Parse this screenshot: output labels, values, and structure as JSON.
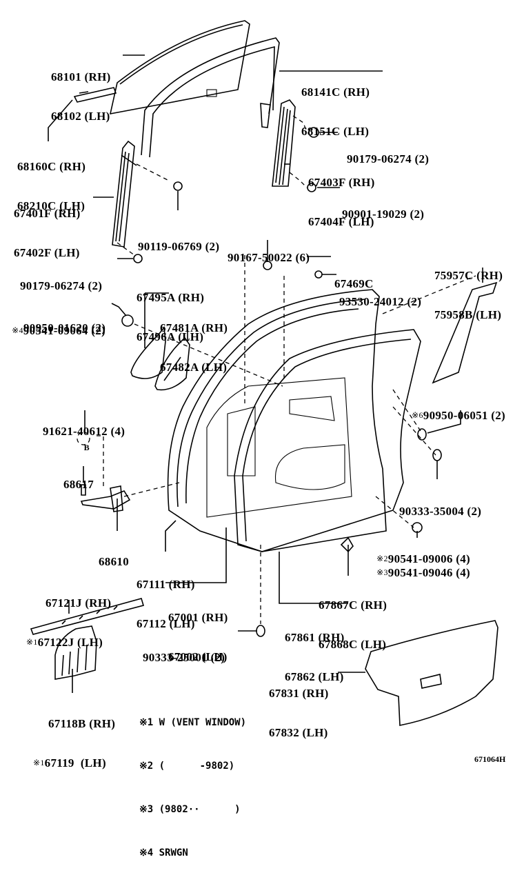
{
  "diagram": {
    "title_code": "671064H",
    "parts": [
      {
        "id": "window-glass",
        "lines": [
          "68101 (RH)",
          "68102 (LH)"
        ]
      },
      {
        "id": "run-channel",
        "lines": [
          "68141C (RH)",
          "68151C (LH)"
        ]
      },
      {
        "id": "glass-channel",
        "lines": [
          "68160C (RH)",
          "68210C (LH)"
        ]
      },
      {
        "id": "bolt-regulator-upper",
        "lines": [
          "90179-06274 (2)"
        ]
      },
      {
        "id": "window-regulator",
        "lines": [
          "67403F (RH)",
          "67404F (LH)"
        ]
      },
      {
        "id": "bolt-regulator-lower",
        "lines": [
          "90901-19029 (2)"
        ]
      },
      {
        "id": "rear-run-channel",
        "lines": [
          "67401F (RH)",
          "67402F (LH)"
        ]
      },
      {
        "id": "bolt-run-channel",
        "lines": [
          "90119-06769 (2)"
        ]
      },
      {
        "id": "screw-panel",
        "lines": [
          "90167-50022 (6)"
        ]
      },
      {
        "id": "bolt-channel-lower",
        "lines": [
          "90179-06274 (2)"
        ]
      },
      {
        "id": "bracket-67495",
        "lines": [
          "67495A (RH)",
          "67496A (LH)"
        ]
      },
      {
        "id": "bracket-67469",
        "lines": [
          "67469C"
        ]
      },
      {
        "id": "screw-93530",
        "lines": [
          "93530-24012 (2)"
        ]
      },
      {
        "id": "garnish-pillar",
        "lines": [
          "75957C (RH)",
          "75958B (LH)"
        ]
      },
      {
        "id": "clip-90950-01620",
        "lines": [
          "90950-01620 (2)"
        ]
      },
      {
        "id": "clip-90541-09064",
        "mark": "※4",
        "lines": [
          "90541-09064 (2)"
        ]
      },
      {
        "id": "cover-67481",
        "lines": [
          "67481A (RH)",
          "67482A (LH)"
        ]
      },
      {
        "id": "bolt-91621",
        "lines": [
          "91621-40612 (4)"
        ]
      },
      {
        "id": "hinge-pin",
        "lines": [
          "68617"
        ]
      },
      {
        "id": "door-check",
        "lines": [
          "68610"
        ]
      },
      {
        "id": "plug-90950-06051",
        "mark": "※6",
        "lines": [
          "90950-06051 (2)"
        ]
      },
      {
        "id": "plug-90333-35004",
        "lines": [
          "90333-35004 (2)"
        ]
      },
      {
        "id": "panel-67111",
        "lines": [
          "67111 (RH)",
          "67112 (LH)"
        ]
      },
      {
        "id": "door-panel",
        "lines": [
          "67001 (RH)",
          "67002 (LH)"
        ]
      },
      {
        "id": "clip-90541-09006",
        "mark": "※2",
        "lines": [
          "90541-09006 (4)"
        ]
      },
      {
        "id": "clip-90541-09046",
        "mark": "※3",
        "lines": [
          "90541-09046 (4)"
        ]
      },
      {
        "id": "clip-67867",
        "lines": [
          "67867C (RH)",
          "67868C (LH)"
        ]
      },
      {
        "id": "weatherstrip",
        "lines": [
          "67861 (RH)",
          "67862 (LH)"
        ]
      },
      {
        "id": "reinforcement-67121",
        "mark": "※1",
        "lines": [
          "67121J (RH)",
          "67122J (LH)"
        ]
      },
      {
        "id": "plug-90333-25001",
        "lines": [
          "90333-25001 (2)"
        ]
      },
      {
        "id": "trim-panel",
        "lines": [
          "67831 (RH)",
          "67832 (LH)"
        ]
      },
      {
        "id": "hinge-cover",
        "mark": "※1",
        "lines": [
          "67118B (RH)",
          "67119  (LH)"
        ]
      }
    ],
    "hinge_bolt_marker": "B",
    "notes": [
      {
        "mark": "※1",
        "text": "W (VENT WINDOW)"
      },
      {
        "mark": "※2",
        "text": "(      -9802)"
      },
      {
        "mark": "※3",
        "text": "(9802··      )"
      },
      {
        "mark": "※4",
        "text": "SRWGN"
      }
    ]
  }
}
